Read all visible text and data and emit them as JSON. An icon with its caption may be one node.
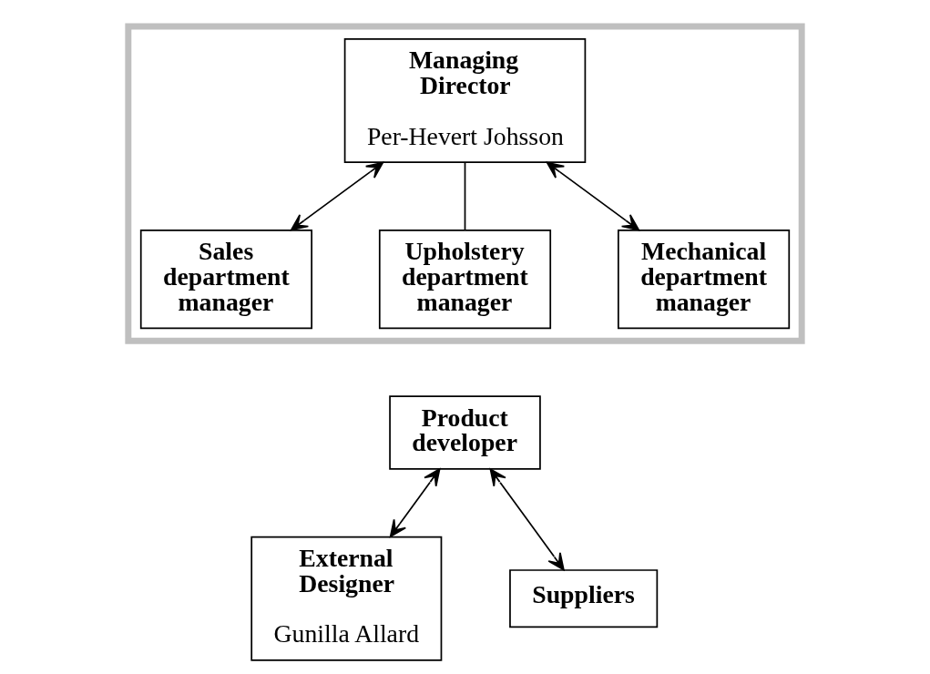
{
  "diagram": {
    "nodes": [
      {
        "text": [],
        "shape": "building"
      },
      {
        "text": [
          "Managing Director",
          "Per-Hevert Johsson"
        ],
        "in": 0
      },
      {
        "text": [
          "Sales department manager"
        ],
        "in": 0
      },
      {
        "text": [
          "Upholstery department manager"
        ],
        "in": 0
      },
      {
        "text": [
          "Mechanical department manager"
        ],
        "in": 0
      },
      {
        "text": [
          "Product developer"
        ]
      },
      {
        "text": [
          "External Designer",
          "Gunilla Allard"
        ]
      },
      {
        "text": [
          "Suppliers"
        ]
      }
    ],
    "edges": [
      {
        "from": 1,
        "to": 2,
        "arrow": "both"
      },
      {
        "from": 1,
        "to": 3,
        "arrow": "none"
      },
      {
        "from": 1,
        "to": 4,
        "arrow": "both"
      },
      {
        "from": 5,
        "to": 6,
        "arrow": "both"
      },
      {
        "from": 5,
        "to": 7,
        "arrow": "both"
      }
    ]
  }
}
